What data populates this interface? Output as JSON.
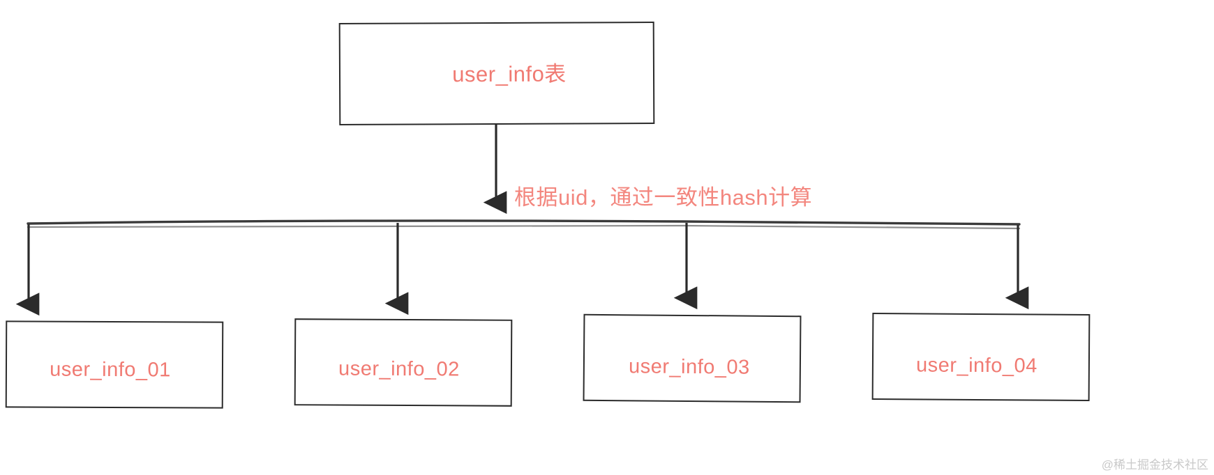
{
  "diagram": {
    "title_node": {
      "label": "user_info表",
      "shape": "rectangle"
    },
    "edge_annotation": "根据uid，通过一致性hash计算",
    "shard_nodes": [
      {
        "label": "user_info_01"
      },
      {
        "label": "user_info_02"
      },
      {
        "label": "user_info_03"
      },
      {
        "label": "user_info_04"
      }
    ]
  },
  "watermark": {
    "text": "@稀土掘金技术社区"
  },
  "colors": {
    "text_accent": "#f07a72",
    "annotation": "#f3867e",
    "stroke": "#2b2b2b",
    "background": "#ffffff",
    "watermark": "#c9c9c9"
  }
}
